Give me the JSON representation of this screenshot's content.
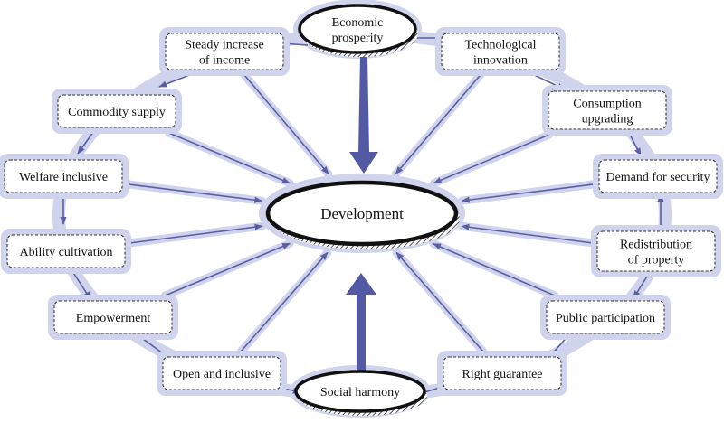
{
  "center": {
    "label": "Development"
  },
  "top_node": {
    "lines": [
      "Economic",
      "prosperity"
    ]
  },
  "bottom_node": {
    "lines": [
      "Social harmony"
    ]
  },
  "boxes": [
    {
      "id": "steady-increase-of-income",
      "lines": [
        "Steady increase",
        "of income"
      ]
    },
    {
      "id": "technological-innovation",
      "lines": [
        "Technological",
        "innovation"
      ]
    },
    {
      "id": "commodity-supply",
      "lines": [
        "Commodity supply"
      ]
    },
    {
      "id": "consumption-upgrading",
      "lines": [
        "Consumption",
        "upgrading"
      ]
    },
    {
      "id": "welfare-inclusive",
      "lines": [
        "Welfare inclusive"
      ]
    },
    {
      "id": "demand-for-security",
      "lines": [
        "Demand for security"
      ]
    },
    {
      "id": "ability-cultivation",
      "lines": [
        "Ability cultivation"
      ]
    },
    {
      "id": "redistribution-of-property",
      "lines": [
        "Redistribution",
        "of property"
      ]
    },
    {
      "id": "empowerment",
      "lines": [
        "Empowerment"
      ]
    },
    {
      "id": "public-participation",
      "lines": [
        "Public participation"
      ]
    },
    {
      "id": "open-and-inclusive",
      "lines": [
        "Open and inclusive"
      ]
    },
    {
      "id": "right-guarantee",
      "lines": [
        "Right guarantee"
      ]
    }
  ],
  "colors": {
    "halo": "#cfd3ec",
    "arrow": "#5a5fa3",
    "thick_arrow": "#5459a3",
    "outline": "#111111",
    "box_border": "#333333"
  }
}
